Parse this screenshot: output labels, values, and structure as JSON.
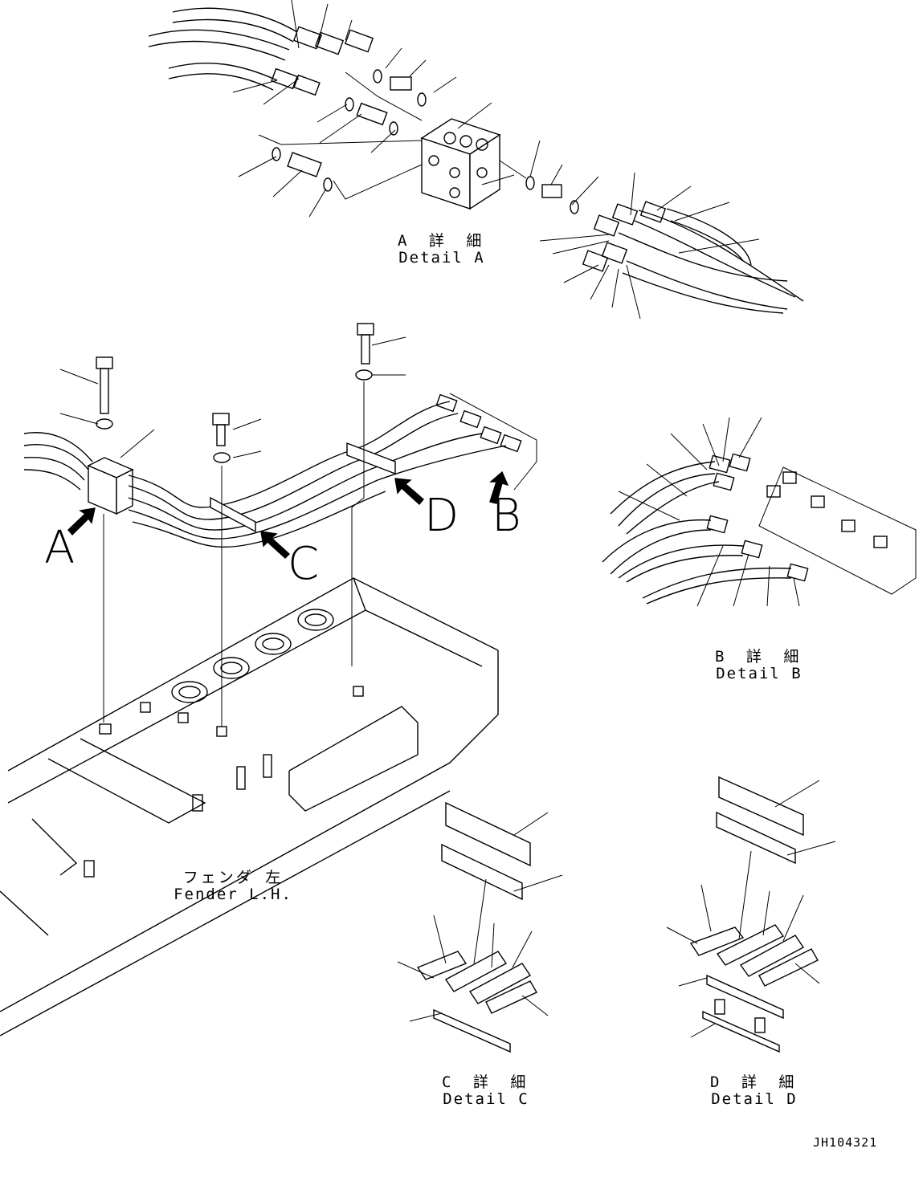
{
  "captions": {
    "detail_a": {
      "jp": "A 詳 細",
      "en": "Detail A"
    },
    "detail_b": {
      "jp": "B 詳 細",
      "en": "Detail B"
    },
    "detail_c": {
      "jp": "C 詳 細",
      "en": "Detail C"
    },
    "detail_d": {
      "jp": "D 詳 細",
      "en": "Detail D"
    },
    "fender": {
      "jp": "フェンダ 左",
      "en": "Fender L.H."
    }
  },
  "view_arrows": {
    "a": "A",
    "b": "B",
    "c": "C",
    "d": "D"
  },
  "drawing_number": "JH104321"
}
